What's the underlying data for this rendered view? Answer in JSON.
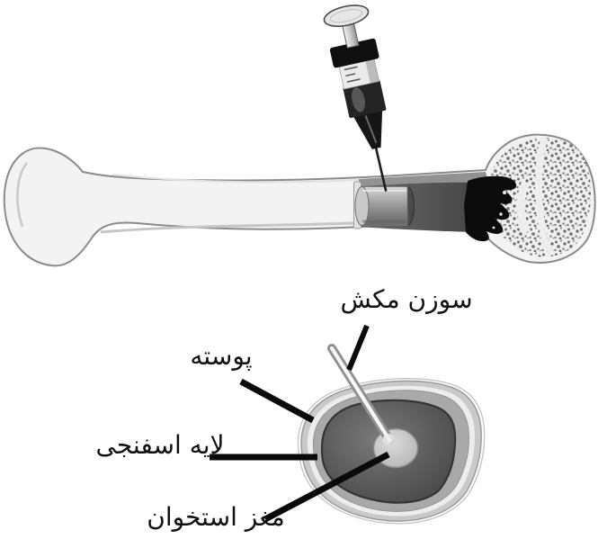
{
  "figure": {
    "labels": {
      "suction_needle": "سوزن مکش",
      "shell": "پوسته",
      "spongy_layer": "لایه اسفنجی",
      "bone_marrow": "مغز استخوان"
    },
    "colors": {
      "background": "#ffffff",
      "bone_fill": "#f3f3f3",
      "bone_outline": "#8b8b8b",
      "cavity_gray": "#4f4f4f",
      "marrow_black": "#0b0b0b",
      "cortex_ring": "#c9c9c9",
      "spongy_ring": "#a9a9a9",
      "marrow_section": "#565656",
      "center_plug": "#c9c9c9",
      "leader_line": "#0a0a0a",
      "label_text": "#101010"
    }
  }
}
